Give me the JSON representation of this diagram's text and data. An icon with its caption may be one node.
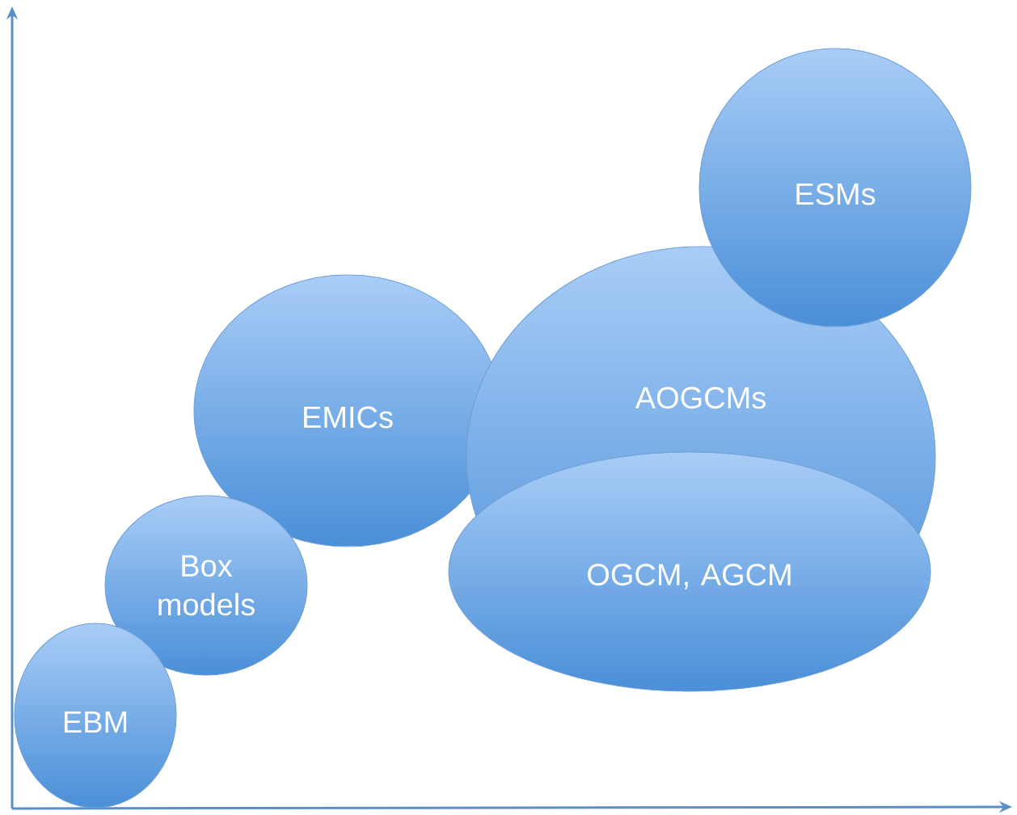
{
  "diagram": {
    "nodes": [
      {
        "text": [
          "EBM"
        ]
      },
      {
        "text": [
          "Box models"
        ]
      },
      {
        "text": [
          "EMICs"
        ]
      },
      {
        "text": [
          "AOGCMs"
        ]
      },
      {
        "text": [
          "OGCM, AGCM"
        ]
      },
      {
        "text": [
          "ESMs"
        ]
      }
    ]
  }
}
